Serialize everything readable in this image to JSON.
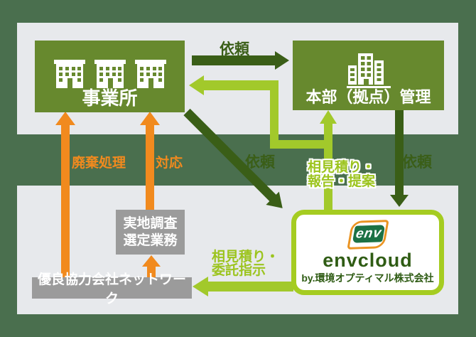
{
  "colors": {
    "frame_green": "#4a6f4e",
    "panel_gray": "#e7e9ec",
    "entity_box_green": "#67892e",
    "arrow_dark_green": "#3a5e17",
    "arrow_light_green": "#a2c92b",
    "arrow_orange": "#f18a1e",
    "gray_box": "#9b9b9b",
    "envcloud_border_green": "#a5cc21",
    "envcloud_text_green": "#2f5c14",
    "logo_green": "#1c7144",
    "logo_orange": "#ea9423"
  },
  "nodes": {
    "offices": {
      "label": "事業所"
    },
    "headquarters": {
      "label": "本部（拠点）管理"
    },
    "survey": {
      "line1": "実地調査",
      "line2": "選定業務"
    },
    "partners": {
      "label": "優良協力会社ネットワーク"
    },
    "envcloud": {
      "logo_text": "env",
      "name": "envcloud",
      "byline": "by.環境オプティマル株式会社"
    }
  },
  "arrows": {
    "request_top": {
      "label": "依頼"
    },
    "request_diagonal": {
      "label": "依頼"
    },
    "request_right": {
      "label": "依頼"
    },
    "waste_disposal": {
      "label": "廃棄処理"
    },
    "response": {
      "label": "対応"
    },
    "quote_report": {
      "line1": "相見積り・",
      "line2": "報告・提案"
    },
    "quote_instruction": {
      "line1": "相見積り・",
      "line2": "委託指示"
    }
  }
}
